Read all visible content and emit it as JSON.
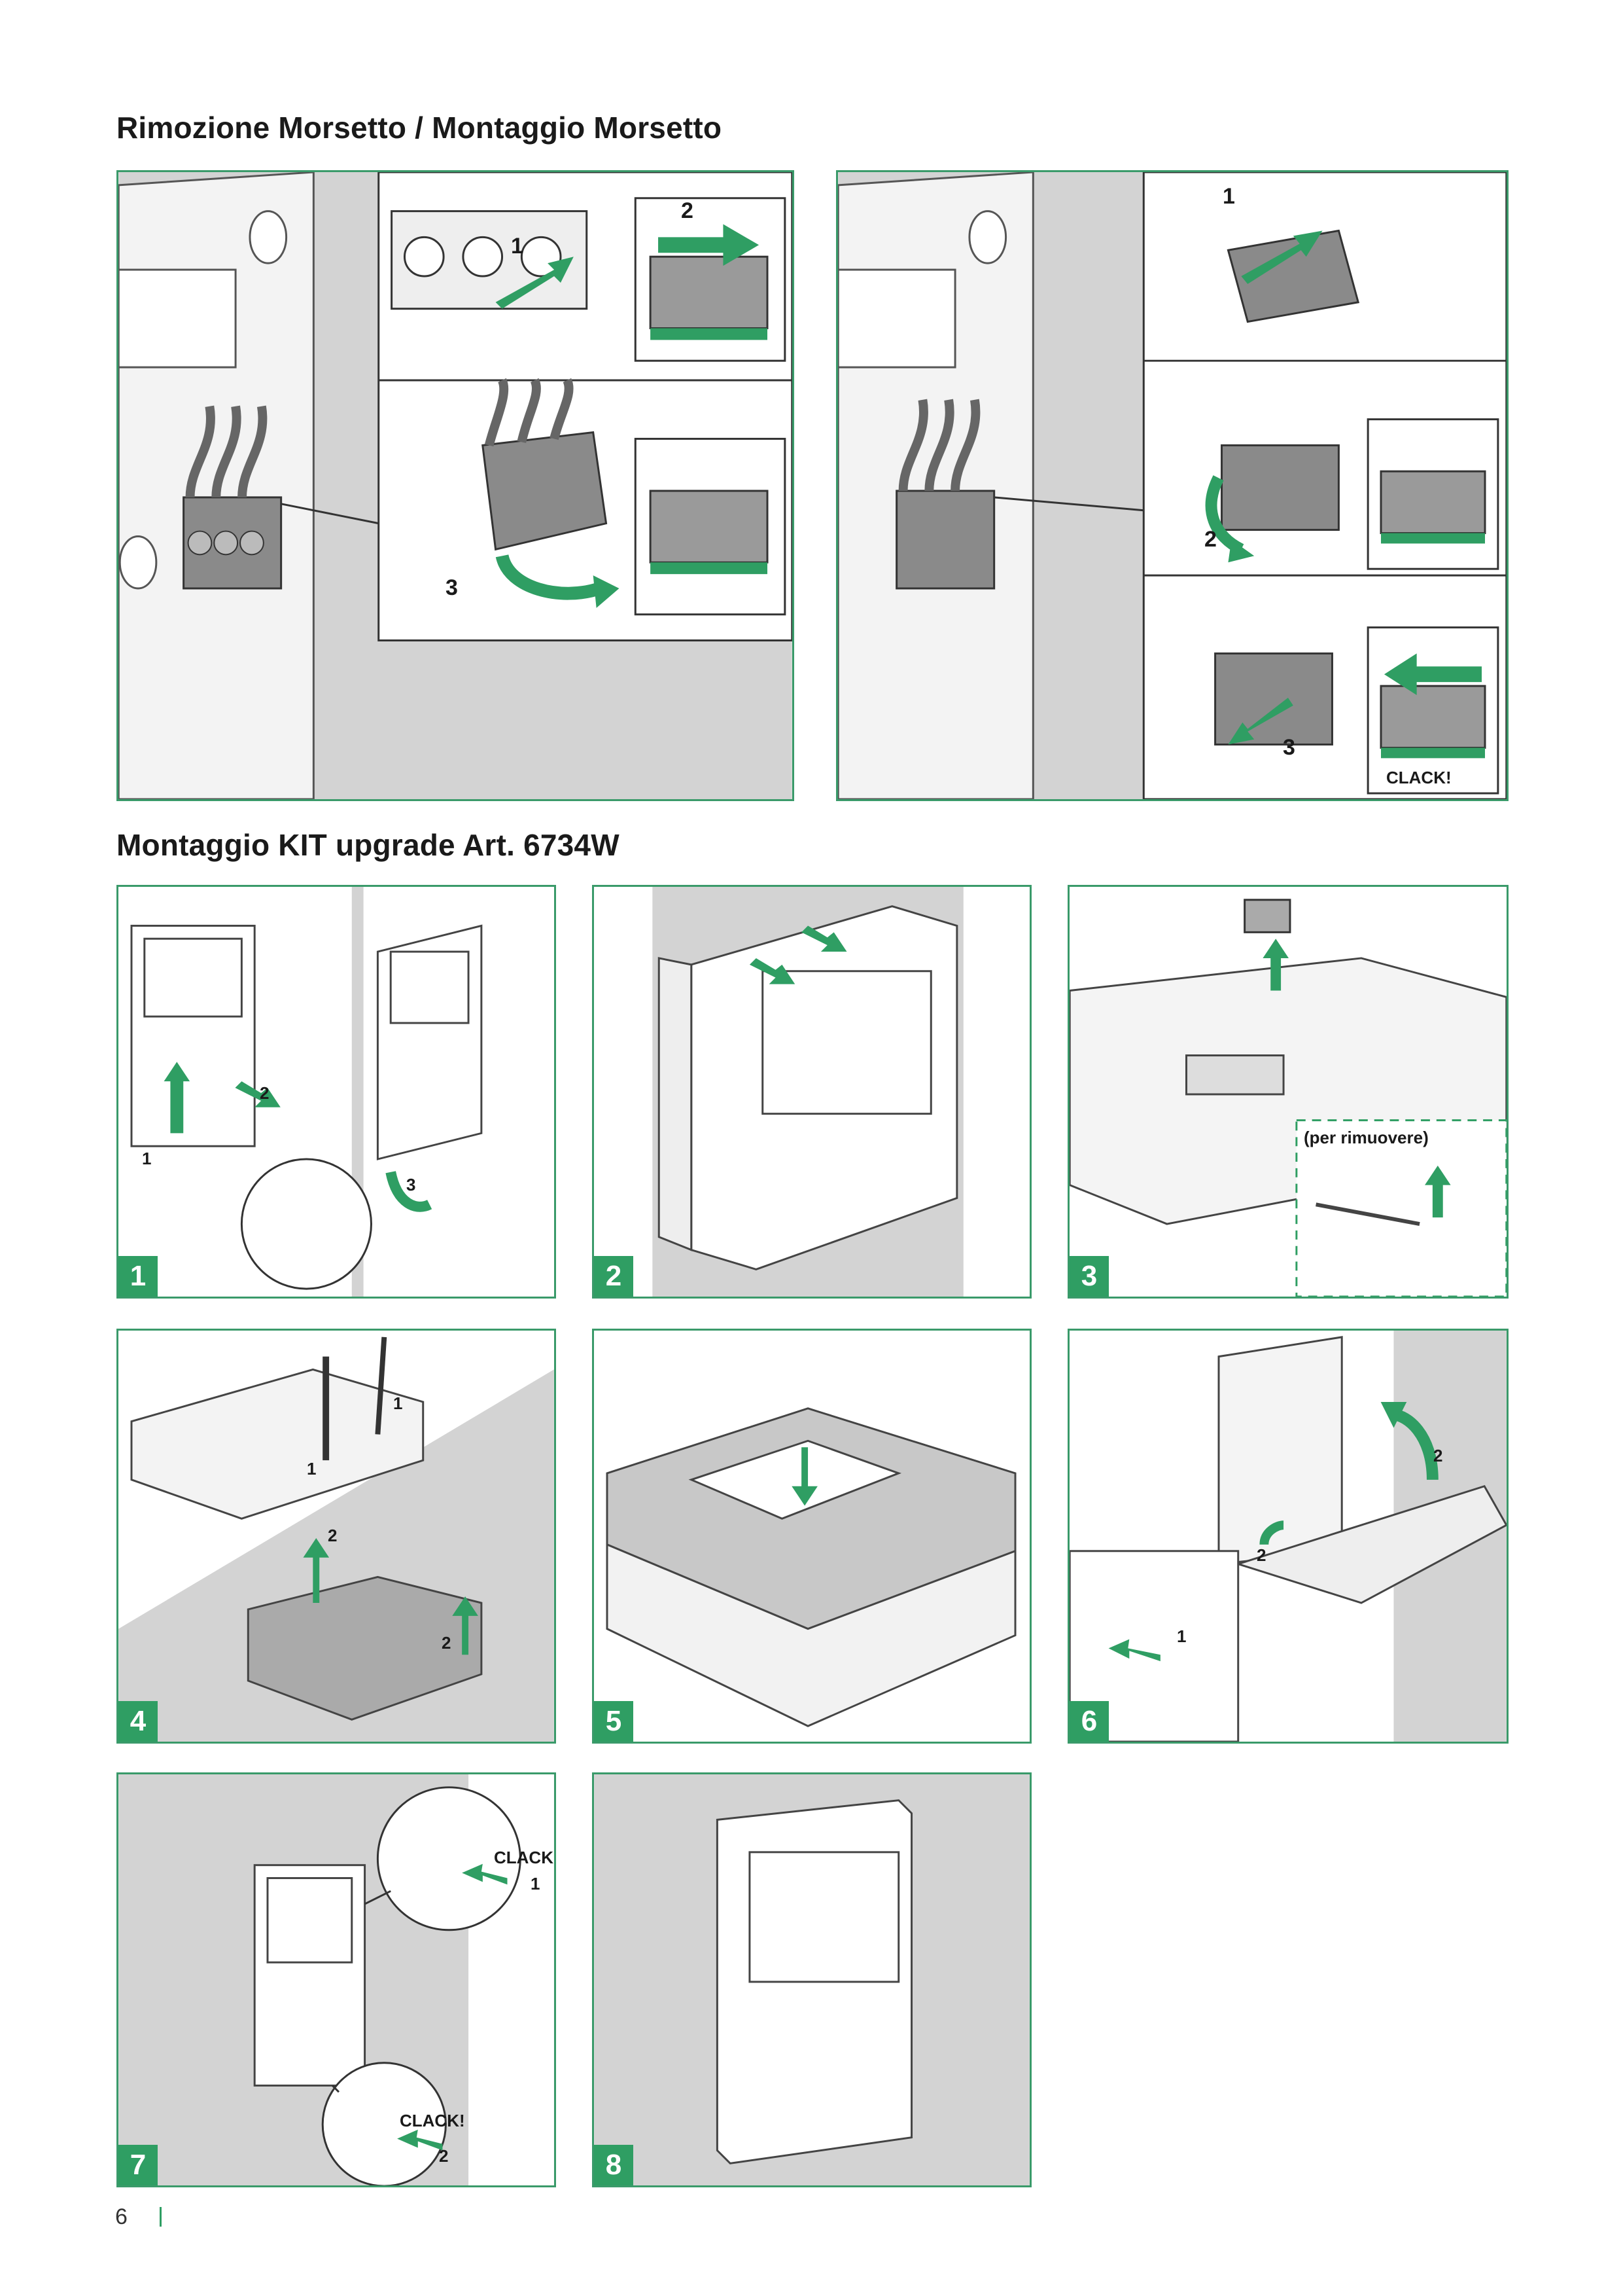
{
  "section1": {
    "title": "Rimozione Morsetto / Montaggio Morsetto"
  },
  "section2": {
    "title": "Montaggio KIT upgrade Art. 6734W"
  },
  "callouts": {
    "n1": "1",
    "n2": "2",
    "n3": "3",
    "clack": "CLACK!",
    "per_rimuovere": "(per rimuovere)"
  },
  "steps": [
    "1",
    "2",
    "3",
    "4",
    "5",
    "6",
    "7",
    "8"
  ],
  "footer": {
    "page_number": "6"
  },
  "colors": {
    "accent": "#2f9e63",
    "border": "#3a9a6a",
    "wall": "#d0d0d0"
  }
}
